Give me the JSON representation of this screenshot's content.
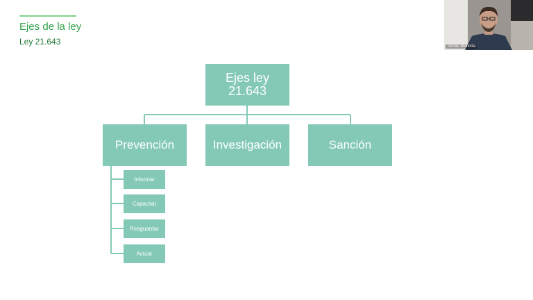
{
  "slide": {
    "title": "Ejes de la ley",
    "subtitle": "Ley 21.643"
  },
  "diagram": {
    "root": {
      "line1": "Ejes ley",
      "line2": "21.643"
    },
    "axes": [
      {
        "label": "Prevención"
      },
      {
        "label": "Investigación"
      },
      {
        "label": "Sanción"
      }
    ],
    "prevention_items": [
      {
        "label": "Informar"
      },
      {
        "label": "Capacitar"
      },
      {
        "label": "Resguardar"
      },
      {
        "label": "Actuar"
      }
    ]
  },
  "webcam": {
    "participant_name": "Tomás Mancilla"
  },
  "colors": {
    "box_fill": "#83c9b6",
    "connector": "#83c9b6",
    "title_green": "#2fa24a",
    "accent_line": "#7fd38b"
  }
}
